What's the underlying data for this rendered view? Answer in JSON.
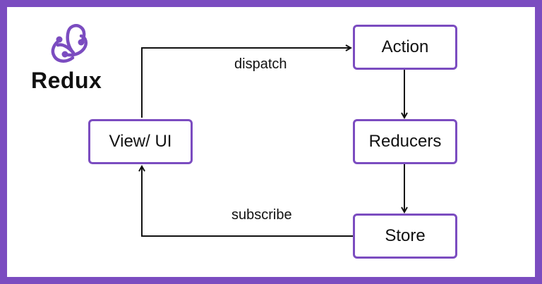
{
  "brand": {
    "name": "Redux",
    "logo_icon": "redux-logo-icon",
    "accent_color": "#7b4cc0"
  },
  "nodes": {
    "action": "Action",
    "reducers": "Reducers",
    "store": "Store",
    "view": "View/ UI"
  },
  "edges": {
    "dispatch": "dispatch",
    "subscribe": "subscribe"
  }
}
